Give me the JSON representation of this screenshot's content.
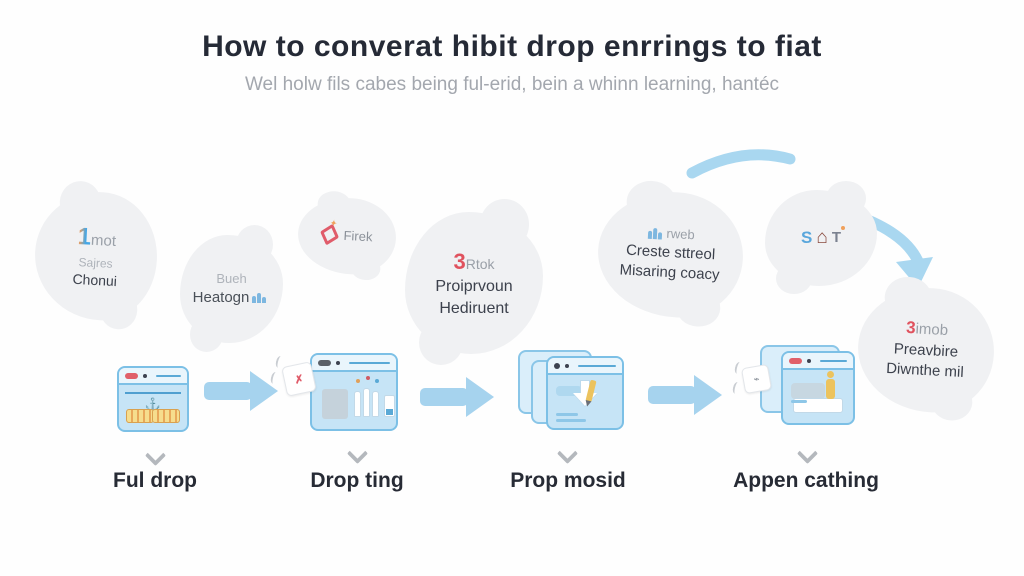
{
  "header": {
    "title": "How to converat hibit drop enrrings to fiat",
    "subtitle": "Wel holw fils cabes being ful-erid, bein a whinn learning, hantéc"
  },
  "clouds": [
    {
      "number": "1",
      "suffix": "mot",
      "line1": "Sajres",
      "line2": "Chonui"
    },
    {
      "line1": "Bueh",
      "line2": "Heatogn"
    },
    {
      "label": "Firek"
    },
    {
      "number": "3",
      "suffix": "Rtok",
      "line1": "Proiprvoun",
      "line2": "Hediruent"
    },
    {
      "suffix": "rweb",
      "line1": "Creste sttreol",
      "line2": "Misaring coacy"
    },
    {
      "glyph1": "S",
      "glyph2": "⌂",
      "glyph3": "T"
    },
    {
      "number": "3",
      "suffix": "imob",
      "line1": "Preavbire",
      "line2": "Diwnthe mil"
    }
  ],
  "steps": [
    {
      "label": "Ful drop"
    },
    {
      "label": "Drop ting"
    },
    {
      "label": "Prop mosid"
    },
    {
      "label": "Appen cathing"
    }
  ],
  "icons": {
    "card1": "anchor-icon",
    "card2": "paper-note-icon",
    "card3": "download-arrow-icon",
    "card4": "person-on-shelf-icon"
  },
  "colors": {
    "accent_blue": "#a6d3ee",
    "card_border": "#7cc0e6",
    "card_fill": "#c6e4f6",
    "blob_gray": "#f0f1f3",
    "title_ink": "#252a36",
    "subtitle_gray": "#a3a7ae",
    "red_accent": "#e0525e",
    "yellow_accent": "#ecc35e"
  },
  "card1_anchor": "⚓"
}
